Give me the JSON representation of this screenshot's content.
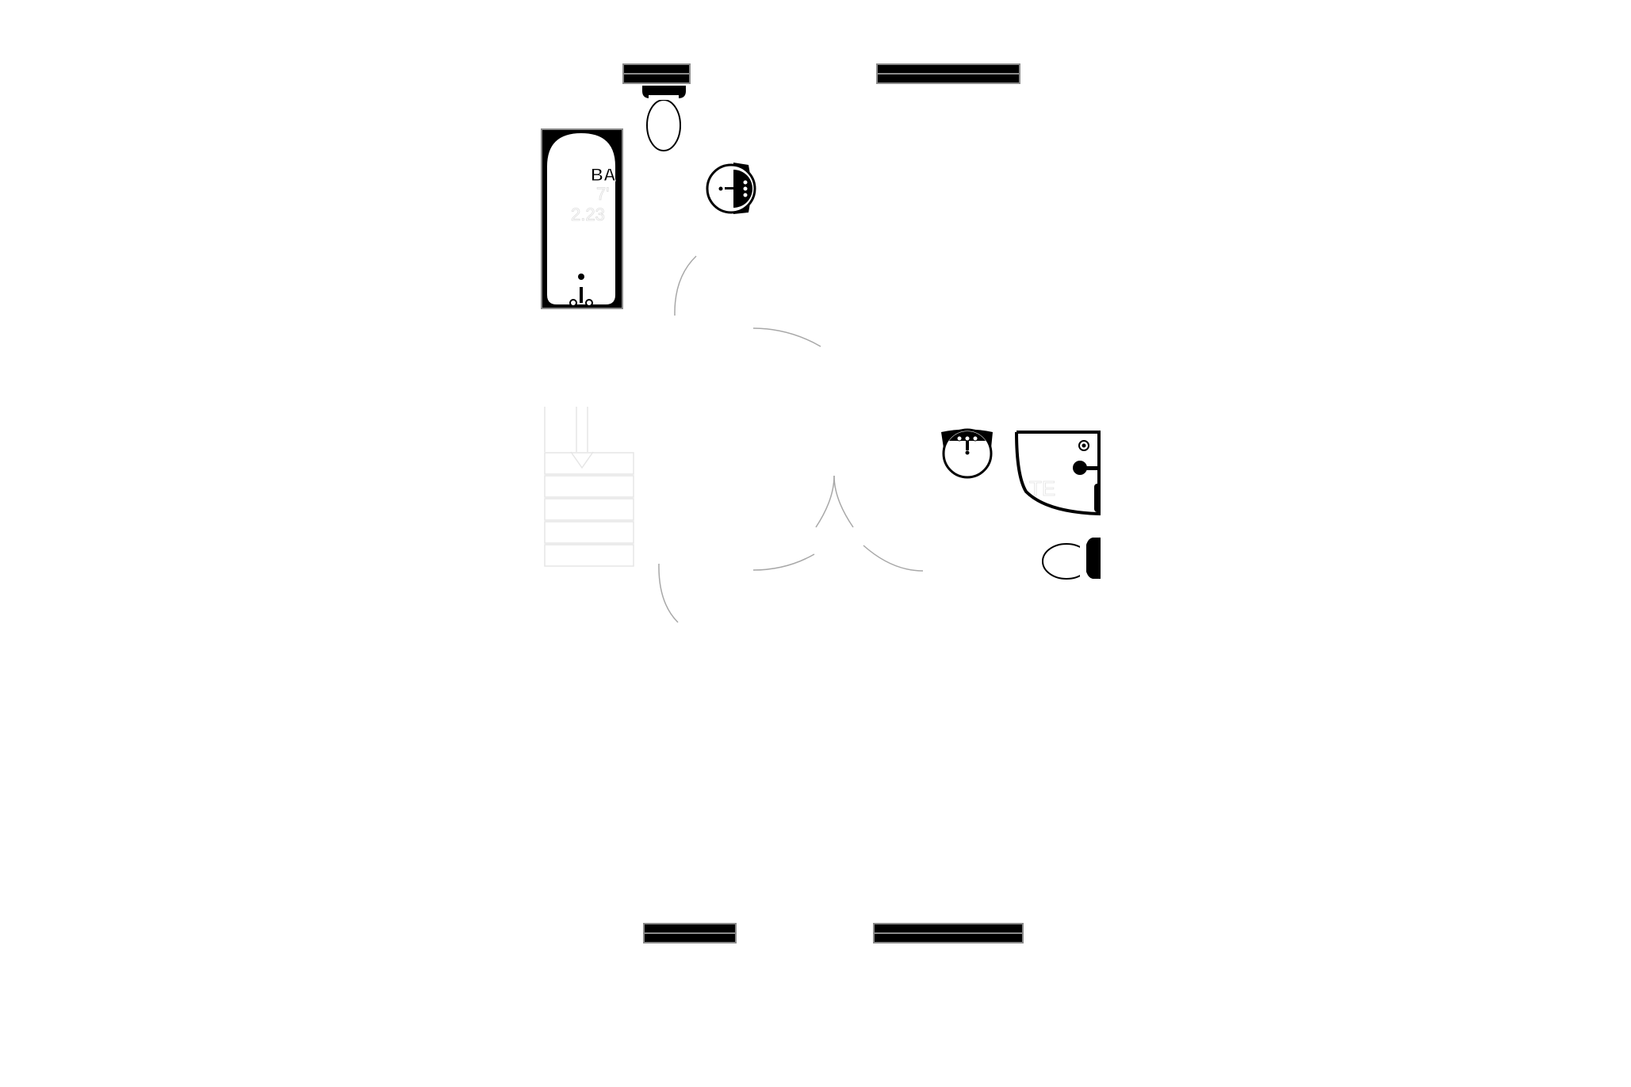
{
  "diagram": {
    "type": "floor-plan",
    "background": "#ffffff",
    "colors": {
      "fixture": "#000000",
      "wall_edge": "#8a8a8a",
      "door_swing": "#a8a8a8",
      "stair_line": "#e6e6e6",
      "hidden_text": "#ffffff"
    }
  },
  "rooms": [
    {
      "id": "bath",
      "name_visible": "BA",
      "dim_imperial_visible": "7'",
      "dim_metric_visible": "2.23"
    },
    {
      "id": "ensuite",
      "name_visible": "TE"
    }
  ],
  "fixtures": [
    {
      "id": "bathtub",
      "kind": "bathtub"
    },
    {
      "id": "toilet-top",
      "kind": "toilet"
    },
    {
      "id": "basin-bath",
      "kind": "wash-basin"
    },
    {
      "id": "basin-ensuite",
      "kind": "wash-basin"
    },
    {
      "id": "shower-ensuite",
      "kind": "quadrant-shower"
    },
    {
      "id": "toilet-ensuite",
      "kind": "toilet"
    }
  ],
  "windows": [
    {
      "id": "window-top-left",
      "wall": "top"
    },
    {
      "id": "window-top-right",
      "wall": "top"
    },
    {
      "id": "window-bottom-left",
      "wall": "bottom"
    },
    {
      "id": "window-bottom-right",
      "wall": "bottom"
    }
  ],
  "stairs": {
    "direction": "down",
    "treads": 5
  },
  "doors": [
    {
      "id": "door-bath"
    },
    {
      "id": "door-hall"
    },
    {
      "id": "door-ensuite"
    },
    {
      "id": "door-bedroom-left"
    },
    {
      "id": "door-bedroom-right"
    },
    {
      "id": "door-lower"
    }
  ]
}
